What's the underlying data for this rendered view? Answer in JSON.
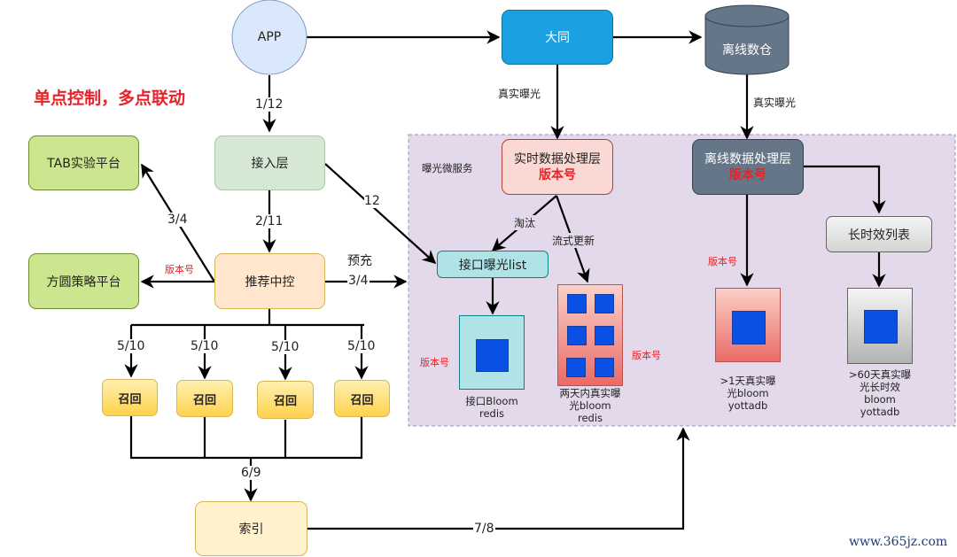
{
  "title": "单点控制，多点联动",
  "nodes": {
    "app": "APP",
    "datong": "大同",
    "offline_warehouse": "离线数仓",
    "access_layer": "接入层",
    "tab_platform": "TAB实验平台",
    "fangyuan_platform": "方圆策略平台",
    "rec_control": "推荐中控",
    "recall": [
      "召回",
      "召回",
      "召回",
      "召回"
    ],
    "index": "索引",
    "microservice_label": "曝光微服务",
    "realtime_layer": {
      "title": "实时数据处理层",
      "version": "版本号"
    },
    "offline_layer": {
      "title": "离线数据处理层",
      "version": "版本号"
    },
    "api_exposure_list": "接口曝光list",
    "long_term_list": "长时效列表"
  },
  "stores": {
    "api_bloom": {
      "caption": [
        "接口Bloom",
        "redis"
      ],
      "version": "版本号"
    },
    "two_day_bloom": {
      "caption": [
        "两天内真实曝",
        "光bloom",
        "redis"
      ],
      "version": "版本号"
    },
    "one_day_bloom": {
      "caption": [
        ">1天真实曝",
        "光bloom",
        "yottadb"
      ],
      "version": "版本号"
    },
    "sixty_day_bloom": {
      "caption": [
        ">60天真实曝",
        "光长时效",
        "bloom",
        "yottadb"
      ]
    }
  },
  "edges": {
    "app_to_access": "1/12",
    "datong_real": "真实曝光",
    "warehouse_real": "真实曝光",
    "access_to_control": "2/11",
    "access_to_list": "12",
    "control_to_tab": "3/4",
    "control_to_fangyuan": "版本号",
    "prefill_title": "预充",
    "prefill_value": "3/4",
    "control_to_recall": [
      "5/10",
      "5/10",
      "5/10",
      "5/10"
    ],
    "recall_to_index": "6/9",
    "index_to_service": "7/8",
    "eliminate": "淘汰",
    "stream_update": "流式更新"
  },
  "watermark": "www.365jz.com",
  "colors": {
    "title_red": "#e8232a",
    "app_fill": "#dae8fc",
    "datong_fill": "#1ba1e2",
    "warehouse_fill": "#647687",
    "green_fill": "#d5e8d4",
    "lime_fill": "#cce58f",
    "orange_fill": "#ffe6cc",
    "recall_fill": "#ffd966",
    "index_fill": "#fff2cc",
    "service_bg": "#e3d9ea",
    "bloom_blue": "#0b50e5"
  }
}
